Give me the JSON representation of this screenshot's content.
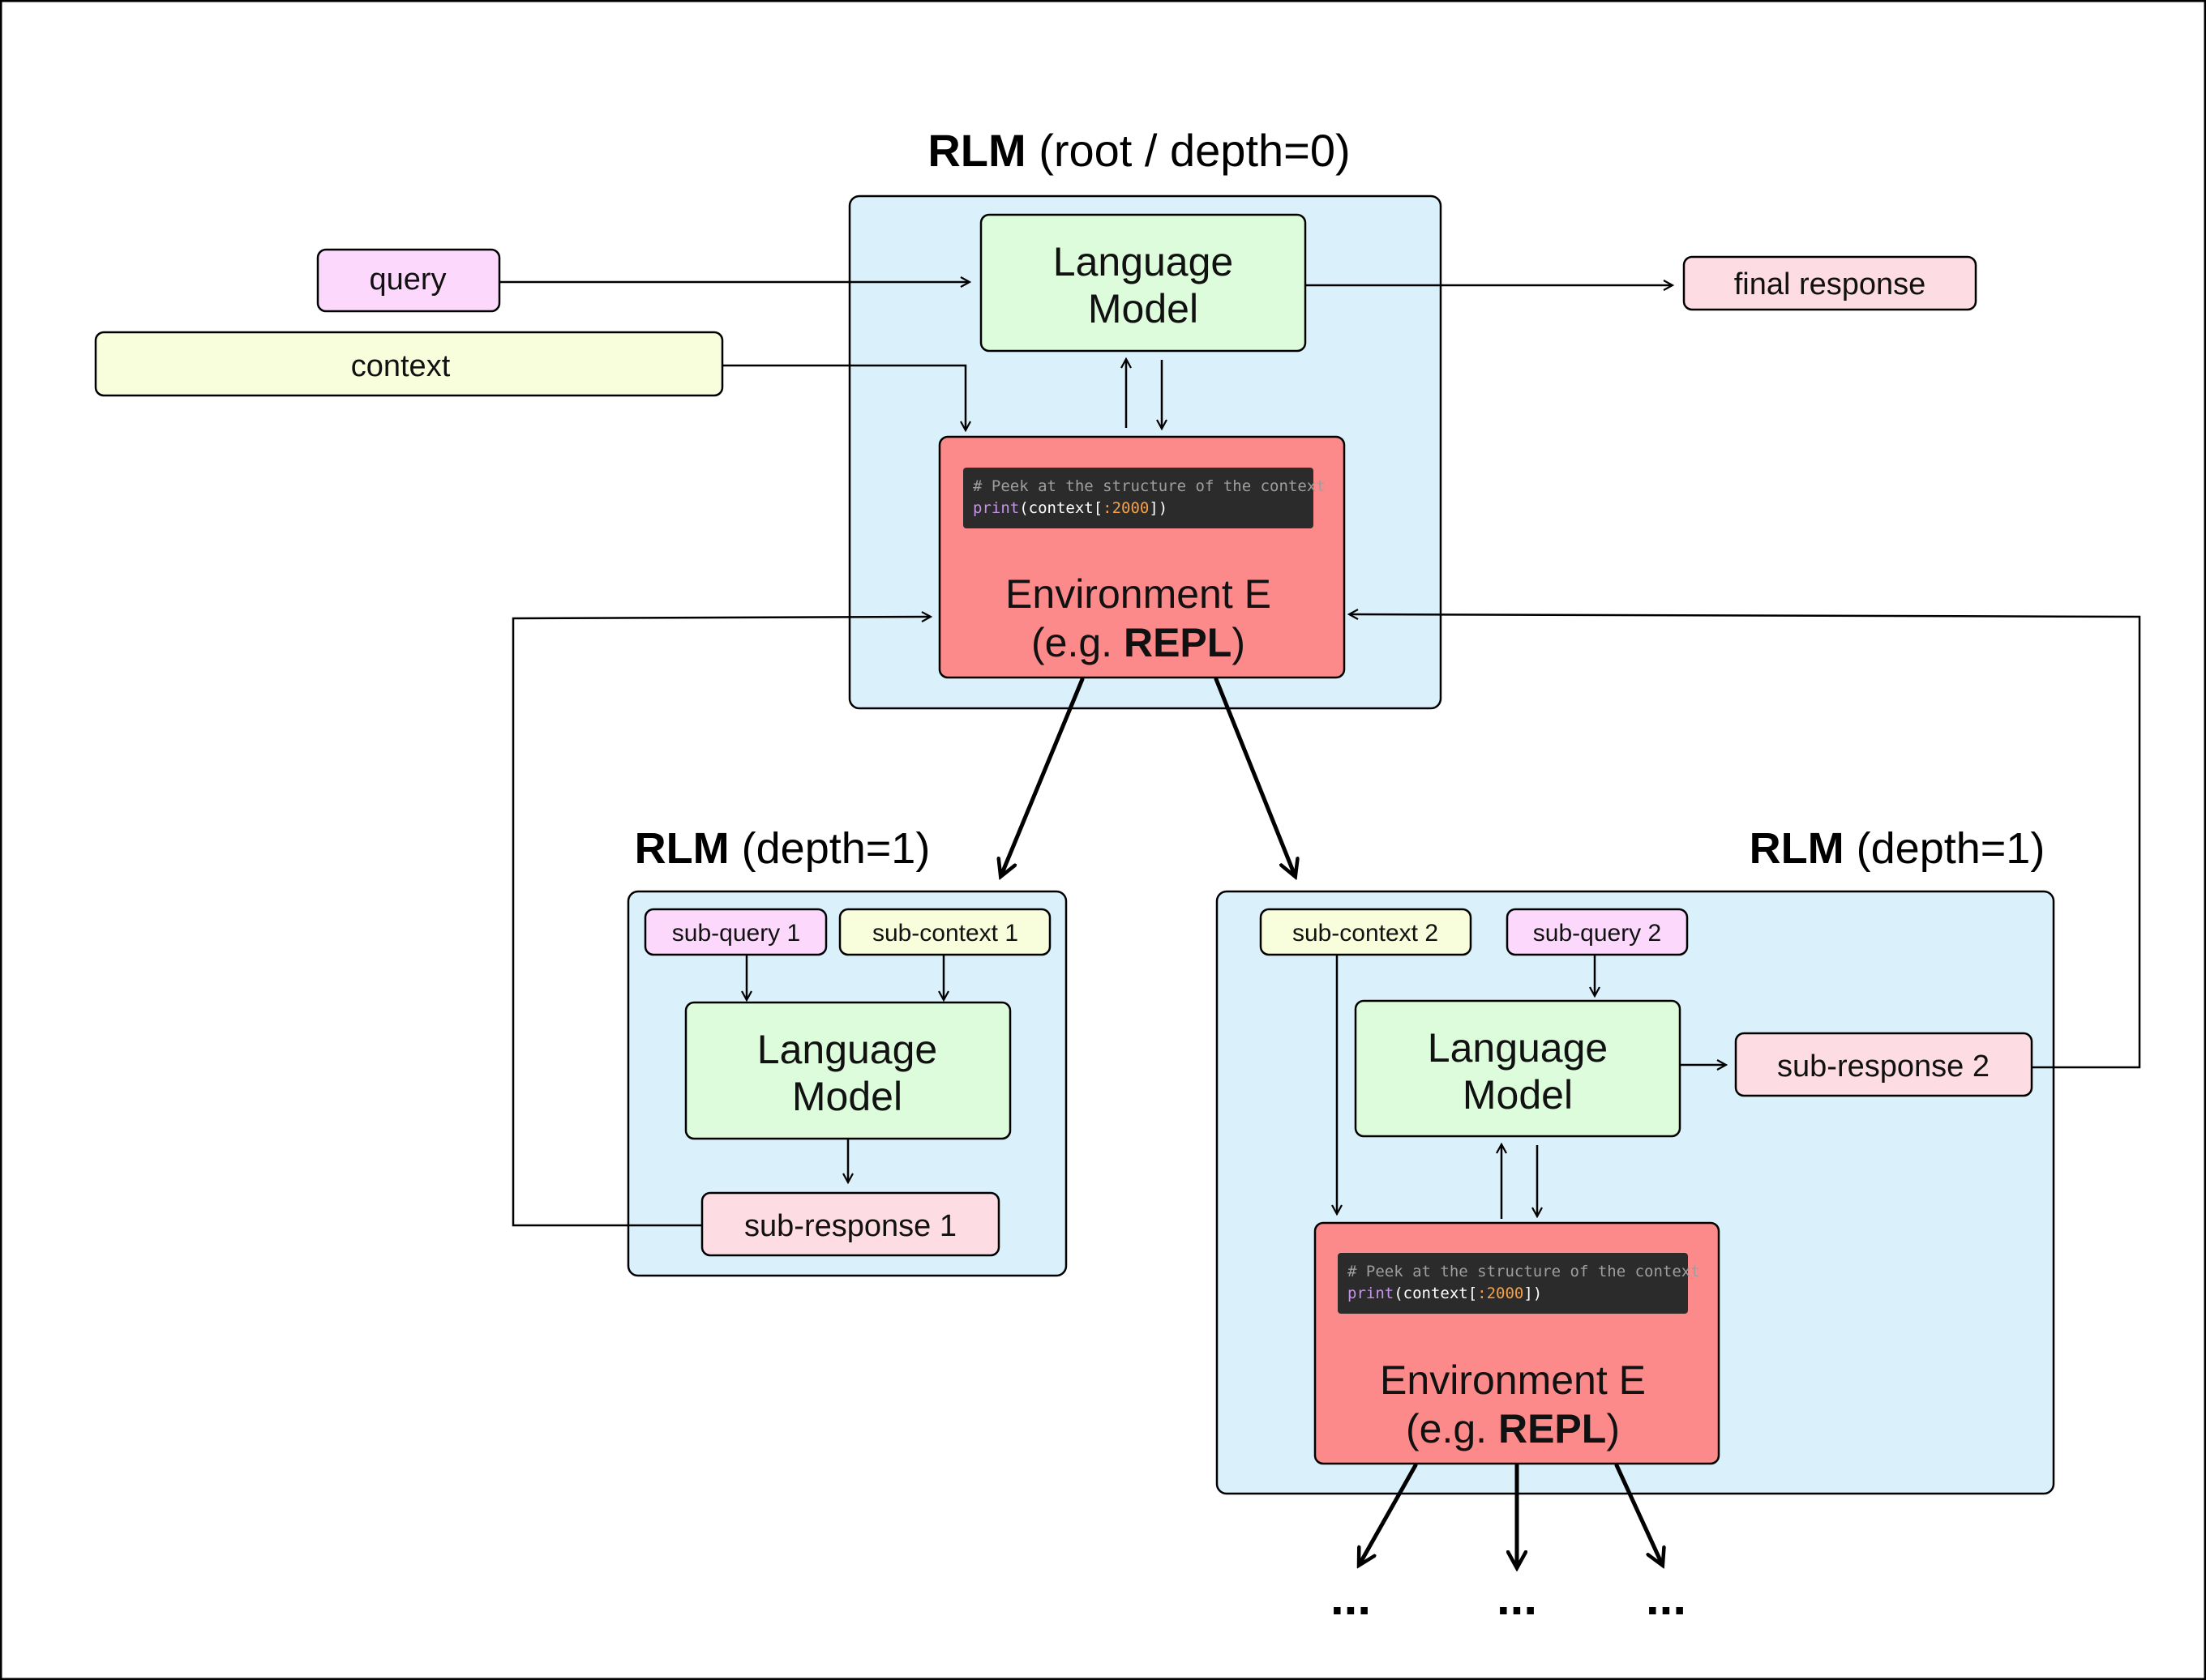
{
  "root": {
    "title_bold": "RLM",
    "title_rest": " (root / depth=0)",
    "lm_line1": "Language",
    "lm_line2": "Model",
    "env_line1": "Environment E",
    "env_line2_pre": "(e.g. ",
    "env_line2_bold": "REPL",
    "env_line2_post": ")",
    "code_comment": "# Peek at the structure of the context",
    "code_fn": "print",
    "code_mid": "(context[",
    "code_num": ":2000",
    "code_end": "])"
  },
  "inputs": {
    "query": "query",
    "context": "context",
    "final_response": "final response"
  },
  "left": {
    "title_bold": "RLM",
    "title_rest": " (depth=1)",
    "sub_query": "sub-query 1",
    "sub_context": "sub-context 1",
    "lm_line1": "Language",
    "lm_line2": "Model",
    "sub_response": "sub-response 1"
  },
  "right": {
    "title_bold": "RLM",
    "title_rest": " (depth=1)",
    "sub_context": "sub-context 2",
    "sub_query": "sub-query 2",
    "lm_line1": "Language",
    "lm_line2": "Model",
    "sub_response": "sub-response 2",
    "env_line1": "Environment E",
    "env_line2_pre": "(e.g. ",
    "env_line2_bold": "REPL",
    "env_line2_post": ")",
    "code_comment": "# Peek at the structure of the context",
    "code_fn": "print",
    "code_mid": "(context[",
    "code_num": ":2000",
    "code_end": "])"
  },
  "ellipsis": [
    "...",
    "...",
    "..."
  ],
  "colors": {
    "rlm_bg": "#daf1fc",
    "lm_bg": "#dcfcdc",
    "env_bg": "#fd8a8a",
    "query_bg": "#fcd9fc",
    "context_bg": "#f8fddb",
    "response_bg": "#fddce3",
    "code_bg": "#2b2b2b",
    "code_comment": "#9e9e9e",
    "code_fn": "#c792ea",
    "code_num": "#f5a14a"
  }
}
